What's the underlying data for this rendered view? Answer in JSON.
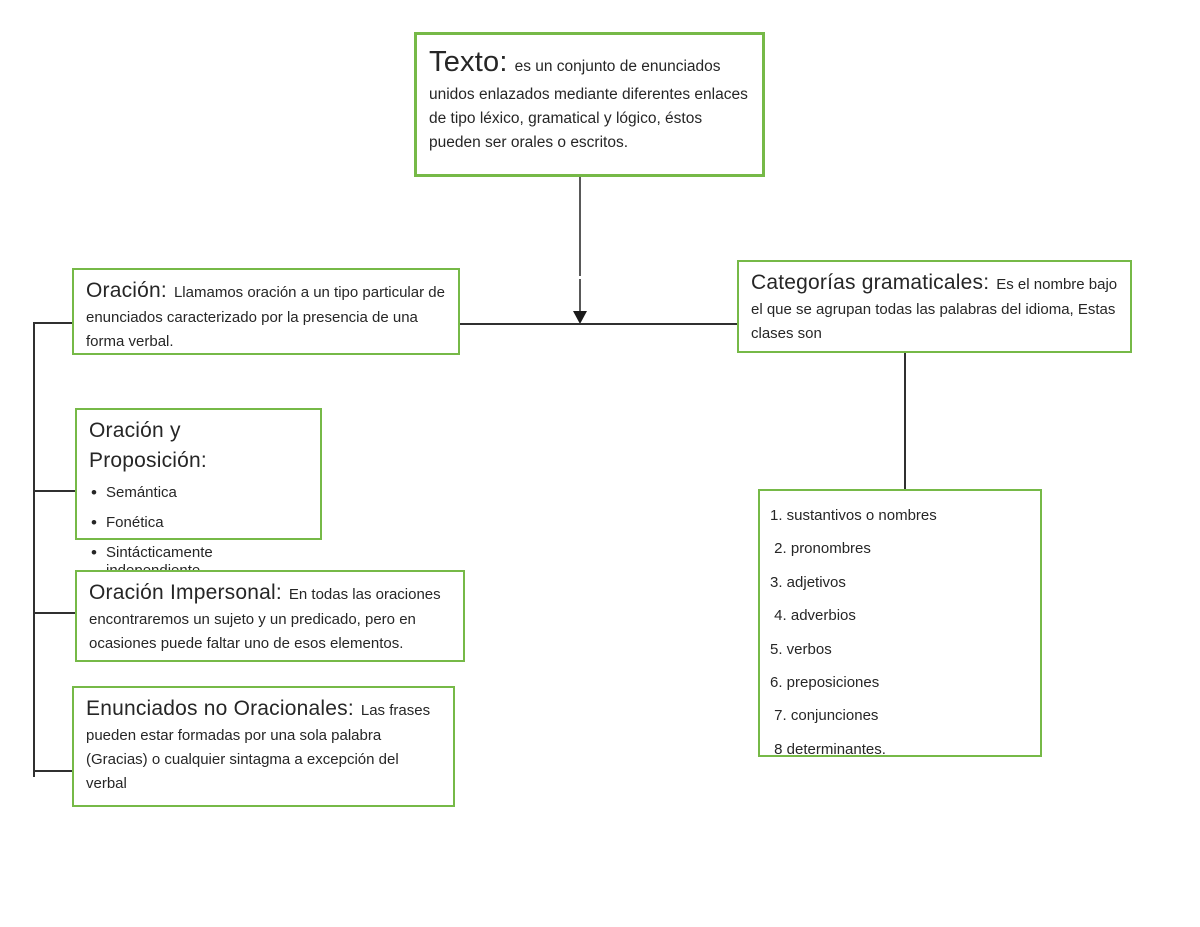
{
  "colors": {
    "box_border_green": "#76b947",
    "connector_dark": "#303030",
    "arrow_stem_gray": "#595959",
    "text": "#262626",
    "background": "#ffffff"
  },
  "boxes": {
    "texto": {
      "title": "Texto:",
      "body": "es un conjunto de enunciados unidos enlazados mediante diferentes enlaces de tipo léxico, gramatical y lógico, éstos pueden ser orales o escritos."
    },
    "oracion": {
      "title": "Oración:",
      "body": "Llamamos oración a un tipo particular de enunciados caracterizado por la presencia de una forma verbal."
    },
    "categorias": {
      "title": "Categorías gramaticales:",
      "body": "Es el nombre bajo el que se agrupan todas las palabras del idioma, Estas clases son"
    },
    "proposicion": {
      "title": "Oración y Proposición:",
      "bullets": [
        "Semántica",
        "Fonética",
        "Sintácticamente independiente"
      ]
    },
    "impersonal": {
      "title": "Oración Impersonal:",
      "body": "En todas las oraciones encontraremos un sujeto y un predicado, pero en ocasiones puede faltar uno de esos elementos."
    },
    "enunciados": {
      "title": "Enunciados no Oracionales:",
      "body": "Las frases pueden estar formadas por una sola palabra (Gracias) o cualquier sintagma a excepción del verbal"
    },
    "categoria_items": {
      "items": [
        "1. sustantivos o nombres",
        " 2. pronombres",
        "3. adjetivos",
        " 4. adverbios",
        "5. verbos",
        "6. preposiciones",
        " 7. conjunciones",
        " 8 determinantes."
      ]
    }
  }
}
